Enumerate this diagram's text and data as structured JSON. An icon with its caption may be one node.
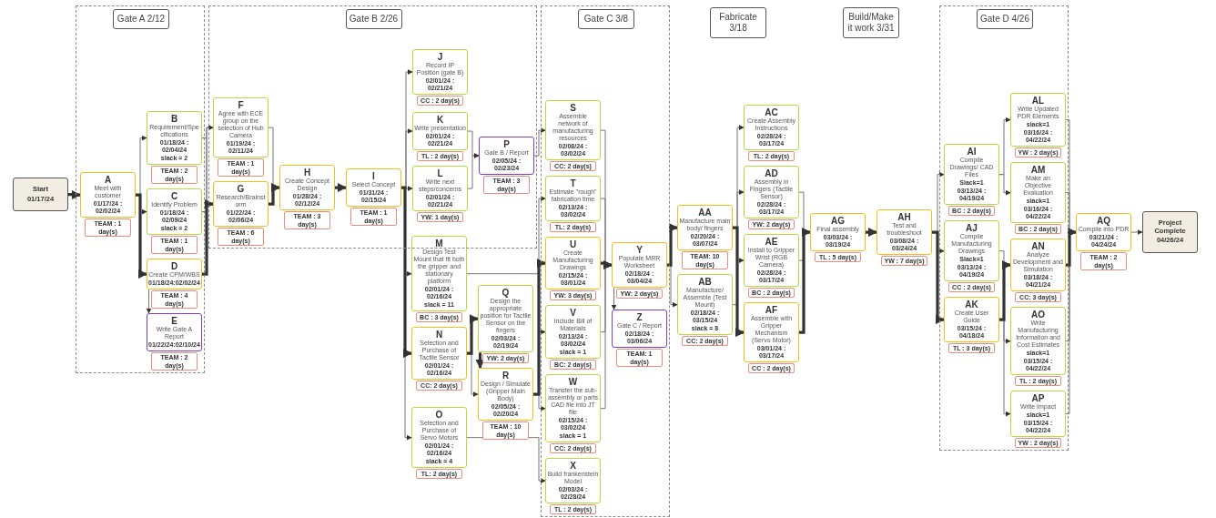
{
  "diagram": {
    "nodes": [
      {
        "text": [
          "Start",
          "01/17/24"
        ]
      },
      {
        "text": [
          "Gate A 2/12"
        ]
      },
      {
        "text": [
          "A",
          "Meet with customer",
          "01/17/24 : 02/02/24"
        ],
        "beside": [
          "TEAM : 1 day(s)"
        ],
        "in": 1
      },
      {
        "text": [
          "B",
          "Requirement/Specifications",
          "01/18/24 : 02/04/24",
          "slack = 2"
        ],
        "beside": [
          "TEAM : 2 day(s)"
        ],
        "in": 1
      },
      {
        "text": [
          "C",
          "Identify Problem",
          "01/18/24 : 02/09/24",
          "slack = 2"
        ],
        "beside": [
          "TEAM : 1 day(s)"
        ],
        "in": 1
      },
      {
        "text": [
          "D",
          "Create CPM/WBS",
          "01/18/24:02/02/24"
        ],
        "beside": [
          "TEAM : 4 day(s)"
        ],
        "in": 1
      },
      {
        "text": [
          "E",
          "Write Gate A Report",
          "01/22/24:02/10/24"
        ],
        "beside": [
          "TEAM : 2 day(s)"
        ],
        "in": 1
      },
      {
        "text": [
          "Gate B 2/26"
        ]
      },
      {
        "text": [
          "F",
          "Agree with ECE group on the selection of Hub Camera",
          "01/19/24 : 02/11/24"
        ],
        "beside": [
          "TEAM : 1 day(s)"
        ],
        "in": 7
      },
      {
        "text": [
          "G",
          "Research/Brainstorm",
          "01/22/24 : 02/06/24"
        ],
        "beside": [
          "TEAM : 6 day(s)"
        ],
        "in": 7
      },
      {
        "text": [
          "H",
          "Create Concept Design",
          "01/28/24 : 02/12/24"
        ],
        "beside": [
          "TEAM : 3 day(s)"
        ],
        "in": 7
      },
      {
        "text": [
          "I",
          "Select Concept",
          "01/31/24 : 02/15/24"
        ],
        "beside": [
          "TEAM : 1 day(s)"
        ],
        "in": 7
      },
      {
        "text": [
          "J",
          "Record IP Position (gate B)",
          "02/01/24 : 02/21/24"
        ],
        "beside": [
          "CC : 2 day(s)"
        ],
        "in": 7
      },
      {
        "text": [
          "K",
          "Write presentation",
          "02/01/24 : 02/21/24"
        ],
        "beside": [
          "TL : 2 day(s)"
        ],
        "in": 7
      },
      {
        "text": [
          "L",
          "Write next steps/concerns",
          "02/01/24 : 02/21/24"
        ],
        "beside": [
          "YW: 1 day(s)"
        ],
        "in": 7
      },
      {
        "text": [
          "P",
          "Gate B / Report",
          "02/05/24 : 02/23/24"
        ],
        "beside": [
          "TEAM : 3 day(s)"
        ],
        "in": 7
      },
      {
        "text": [
          "M",
          "Design Test Mount that fit both the gripper and stationary platform",
          "02/01/24 : 02/16/24",
          "slack = 11"
        ],
        "beside": [
          "BC : 3 day(s)"
        ]
      },
      {
        "text": [
          "N",
          "Selection and Purchase of Tactile Sensor",
          "02/01/24 : 02/16/24"
        ],
        "beside": [
          "CC: 2 day(s)"
        ]
      },
      {
        "text": [
          "O",
          "Selection and Purchase of Servo Motors",
          "02/01/24 : 02/16/24",
          "slack = 4"
        ],
        "beside": [
          "TL: 2 day(s)"
        ]
      },
      {
        "text": [
          "Q",
          "Design the appropriate position for Tactile Sensor on the fingers",
          "02/03/24 : 02/19/24"
        ],
        "beside": [
          "YW: 2 day(s)"
        ]
      },
      {
        "text": [
          "R",
          "Design / Simulate (Gripper Main Body)",
          "02/05/24 : 02/20/24"
        ],
        "beside": [
          "TEAM : 10 day(s)"
        ]
      },
      {
        "text": [
          "Gate C 3/8"
        ]
      },
      {
        "text": [
          "S",
          "Assemble network of manufacturing resources",
          "02/08/24 : 03/02/24"
        ],
        "beside": [
          "CC: 2 day(s)"
        ],
        "in": 21
      },
      {
        "text": [
          "T",
          "Estimate \"rough\" fabrication time",
          "02/13/24 : 03/02/24"
        ],
        "beside": [
          "TL: 2 day(s)"
        ],
        "in": 21
      },
      {
        "text": [
          "U",
          "Create Manufacturing Drawings",
          "02/15/24 : 03/01/24"
        ],
        "beside": [
          "YW: 3 day(s)"
        ],
        "in": 21
      },
      {
        "text": [
          "V",
          "Include Bill of Materials",
          "02/13/24 : 03/02/24",
          "slack = 1"
        ],
        "beside": [
          "BC: 2 day(s)"
        ],
        "in": 21
      },
      {
        "text": [
          "W",
          "Transfer the sub-assembly or parts CAD file into JT file",
          "02/15/24 : 03/02/24",
          "slack = 1"
        ],
        "beside": [
          "CC: 2 day(s)"
        ],
        "in": 21
      },
      {
        "text": [
          "X",
          "Build frankenstein Model",
          "02/03/24 : 02/28/24"
        ],
        "beside": [
          "TL : 2 day(s)"
        ],
        "in": 21
      },
      {
        "text": [
          "Y",
          "Populate MRR Worksheet",
          "02/18/24 : 03/04/24"
        ],
        "beside": [
          "YW: 2 day(s)"
        ],
        "in": 21
      },
      {
        "text": [
          "Z",
          "Gate C / Report",
          "02/18/24 : 03/06/24"
        ],
        "beside": [
          "TEAM: 1 day(s)"
        ],
        "in": 21
      },
      {
        "text": [
          "Fabricate 3/18"
        ]
      },
      {
        "text": [
          "AA",
          "Manufacture main body/ fingers",
          "02/20/24 : 03/07/24"
        ],
        "beside": [
          "TEAM: 10 day(s)"
        ]
      },
      {
        "text": [
          "AB",
          "Manufacture/ Assemble (Test Mount)",
          "02/18/24 : 03/15/24",
          "slack = 8"
        ],
        "beside": [
          "CC: 2 day(s)"
        ]
      },
      {
        "text": [
          "AC",
          "Create Assembly Instructions",
          "02/28/24 : 03/17/24"
        ],
        "beside": [
          "TL: 2 day(s)"
        ]
      },
      {
        "text": [
          "AD",
          "Assembly in Fingers (Tactile Sensor)",
          "02/28/24 : 03/17/24"
        ],
        "beside": [
          "YW: 2 day(s)"
        ]
      },
      {
        "text": [
          "AE",
          "Install to Gripper Wrist (RGB Camera)",
          "02/28/24 : 03/17/24"
        ],
        "beside": [
          "BC : 2 day(s)"
        ]
      },
      {
        "text": [
          "AF",
          "Assemble with Gripper Mechanism (Servo Motor)",
          "03/01/24 : 03/17/24"
        ],
        "beside": [
          "CC : 2 day(s)"
        ]
      },
      {
        "text": [
          "AG",
          "Final assembly",
          "03/03/24 : 03/19/24"
        ],
        "beside": [
          "TL : 5 day(s)"
        ]
      },
      {
        "text": [
          "Build/Make it work 3/31"
        ]
      },
      {
        "text": [
          "AH",
          "Test and troubleshoot",
          "03/08/24 : 03/24/24"
        ],
        "beside": [
          "YW : 7 day(s)"
        ]
      },
      {
        "text": [
          "Gate D 4/26"
        ]
      },
      {
        "text": [
          "AI",
          "Compile Drawings/ CAD Files",
          "Slack=1",
          "03/13/24 : 04/19/24"
        ],
        "beside": [
          "BC : 2 day(s)"
        ],
        "in": 40
      },
      {
        "text": [
          "AJ",
          "Compile Manufacturing Drawings",
          "Slack=1",
          "03/13/24 : 04/19/24"
        ],
        "beside": [
          "CC : 2 day(s)"
        ],
        "in": 40
      },
      {
        "text": [
          "AK",
          "Create User Guide",
          "03/15/24 : 04/18/24"
        ],
        "beside": [
          "TL : 3 day(s)"
        ],
        "in": 40
      },
      {
        "text": [
          "AL",
          "Write Updated PDR Elements",
          "slack=1",
          "03/16/24 : 04/22/24"
        ],
        "beside": [
          "YW : 2 day(s)"
        ],
        "in": 40
      },
      {
        "text": [
          "AM",
          "Make an Objective Evaluation",
          "slack=1",
          "03/16/24 : 04/22/24"
        ],
        "beside": [
          "BC : 2 day(s)"
        ],
        "in": 40
      },
      {
        "text": [
          "AN",
          "Analyze Development and Simulation",
          "03/18/24 : 04/21/24"
        ],
        "beside": [
          "CC: 3 day(s)"
        ],
        "in": 40
      },
      {
        "text": [
          "AO",
          "Write Manufacturing Information and Cost Estimates",
          "slack=1",
          "03/15/24 : 04/22/24"
        ],
        "beside": [
          "TL : 2 day(s)"
        ],
        "in": 40
      },
      {
        "text": [
          "AP",
          "Write Impact",
          "slack=1",
          "03/15/24 : 04/22/24"
        ],
        "beside": [
          "YW : 2 day(s)"
        ],
        "in": 40
      },
      {
        "text": [
          "AQ",
          "Compile into PDR",
          "03/21/24 : 04/24/24"
        ],
        "beside": [
          "TEAM : 2 day(s)"
        ]
      },
      {
        "text": [
          "Project Complete",
          "04/26/24"
        ]
      }
    ],
    "edges": [
      {
        "from": 0,
        "to": 2,
        "arrow": "to",
        "style": "thick"
      },
      {
        "from": 2,
        "to": 3,
        "arrow": "to"
      },
      {
        "from": 2,
        "to": 4,
        "arrow": "to"
      },
      {
        "from": 2,
        "to": 5,
        "arrow": "to",
        "style": "thick"
      },
      {
        "from": 3,
        "to": 8,
        "arrow": "to"
      },
      {
        "from": 3,
        "to": 9,
        "arrow": "to"
      },
      {
        "from": 4,
        "to": 8,
        "arrow": "to"
      },
      {
        "from": 4,
        "to": 9,
        "arrow": "to"
      },
      {
        "from": 5,
        "to": 9,
        "arrow": "to",
        "style": "thick"
      },
      {
        "from": 5,
        "to": 6,
        "arrow": "to"
      },
      {
        "from": 8,
        "to": 10,
        "arrow": "to"
      },
      {
        "from": 9,
        "to": 10,
        "arrow": "to",
        "style": "thick"
      },
      {
        "from": 10,
        "to": 11,
        "arrow": "to",
        "style": "thick"
      },
      {
        "from": 11,
        "to": 12,
        "arrow": "to"
      },
      {
        "from": 11,
        "to": 13,
        "arrow": "to"
      },
      {
        "from": 11,
        "to": 14,
        "arrow": "to"
      },
      {
        "from": 11,
        "to": 16,
        "arrow": "to"
      },
      {
        "from": 11,
        "to": 17,
        "arrow": "to",
        "style": "thick"
      },
      {
        "from": 11,
        "to": 18,
        "arrow": "to"
      },
      {
        "from": 13,
        "to": 15,
        "arrow": "to"
      },
      {
        "from": 14,
        "to": 15,
        "arrow": "to"
      },
      {
        "from": 15,
        "to": 22,
        "arrow": "to"
      },
      {
        "from": 16,
        "to": 24,
        "arrow": "to"
      },
      {
        "from": 17,
        "to": 19,
        "arrow": "to",
        "style": "thick"
      },
      {
        "from": 17,
        "to": 20,
        "arrow": "to"
      },
      {
        "from": 19,
        "to": 20,
        "arrow": "to",
        "style": "thick"
      },
      {
        "from": 18,
        "to": 27,
        "arrow": "to"
      },
      {
        "from": 20,
        "to": 23,
        "arrow": "to"
      },
      {
        "from": 20,
        "to": 24,
        "arrow": "to",
        "style": "thick"
      },
      {
        "from": 20,
        "to": 25,
        "arrow": "to"
      },
      {
        "from": 20,
        "to": 26,
        "arrow": "to"
      },
      {
        "from": 22,
        "to": 28,
        "arrow": "to"
      },
      {
        "from": 23,
        "to": 28,
        "arrow": "to"
      },
      {
        "from": 24,
        "to": 28,
        "arrow": "to",
        "style": "thick"
      },
      {
        "from": 25,
        "to": 28,
        "arrow": "to"
      },
      {
        "from": 26,
        "to": 28,
        "arrow": "to"
      },
      {
        "from": 28,
        "to": 29,
        "arrow": "to"
      },
      {
        "from": 28,
        "to": 31,
        "arrow": "to",
        "style": "thick"
      },
      {
        "from": 28,
        "to": 32,
        "arrow": "to"
      },
      {
        "from": 31,
        "to": 33,
        "arrow": "to"
      },
      {
        "from": 31,
        "to": 34,
        "arrow": "to"
      },
      {
        "from": 31,
        "to": 35,
        "arrow": "to"
      },
      {
        "from": 31,
        "to": 36,
        "arrow": "to",
        "style": "thick"
      },
      {
        "from": 32,
        "to": 36,
        "arrow": "to"
      },
      {
        "from": 34,
        "to": 37,
        "arrow": "to"
      },
      {
        "from": 35,
        "to": 37,
        "arrow": "to"
      },
      {
        "from": 36,
        "to": 37,
        "arrow": "to",
        "style": "thick"
      },
      {
        "from": 37,
        "to": 39,
        "arrow": "to",
        "style": "thick"
      },
      {
        "from": 39,
        "to": 41,
        "arrow": "to"
      },
      {
        "from": 39,
        "to": 42,
        "arrow": "to"
      },
      {
        "from": 39,
        "to": 43,
        "arrow": "to",
        "style": "thick"
      },
      {
        "from": 41,
        "to": 44,
        "arrow": "to"
      },
      {
        "from": 41,
        "to": 45,
        "arrow": "to"
      },
      {
        "from": 42,
        "to": 46,
        "arrow": "to"
      },
      {
        "from": 43,
        "to": 46,
        "arrow": "to",
        "style": "thick"
      },
      {
        "from": 43,
        "to": 47,
        "arrow": "to"
      },
      {
        "from": 43,
        "to": 48,
        "arrow": "to"
      },
      {
        "from": 44,
        "to": 49,
        "arrow": "to"
      },
      {
        "from": 45,
        "to": 49,
        "arrow": "to"
      },
      {
        "from": 46,
        "to": 49,
        "arrow": "to",
        "style": "thick"
      },
      {
        "from": 47,
        "to": 49,
        "arrow": "to"
      },
      {
        "from": 48,
        "to": 49,
        "arrow": "to"
      },
      {
        "from": 49,
        "to": 50,
        "arrow": "to"
      }
    ]
  }
}
